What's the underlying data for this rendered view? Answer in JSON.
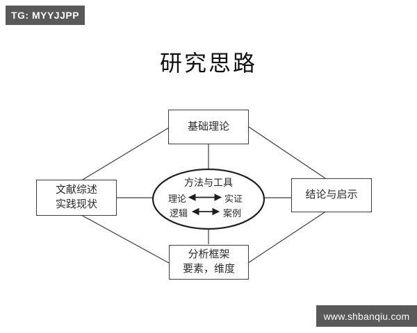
{
  "title": "研究思路",
  "watermarks": {
    "top_left": "TG: MYYJJPP",
    "bottom_right": "www.shbanqiu.com"
  },
  "colors": {
    "badge_bg": "#595959",
    "badge_text": "#ffffff",
    "line": "#3a3a3a",
    "box_border": "#3c3c3c",
    "background": "#ffffff",
    "text": "#2a2a2a"
  },
  "diagram": {
    "center": {
      "title": "方法与工具",
      "pairs": [
        {
          "left": "理论",
          "right": "实证"
        },
        {
          "left": "逻辑",
          "right": "案例"
        }
      ]
    },
    "nodes": {
      "top": {
        "lines": [
          "基础理论"
        ]
      },
      "left": {
        "lines": [
          "文献综述",
          "实践现状"
        ]
      },
      "right": {
        "lines": [
          "结论与启示"
        ]
      },
      "bottom": {
        "lines": [
          "分析框架",
          "要素，维度"
        ]
      }
    }
  }
}
